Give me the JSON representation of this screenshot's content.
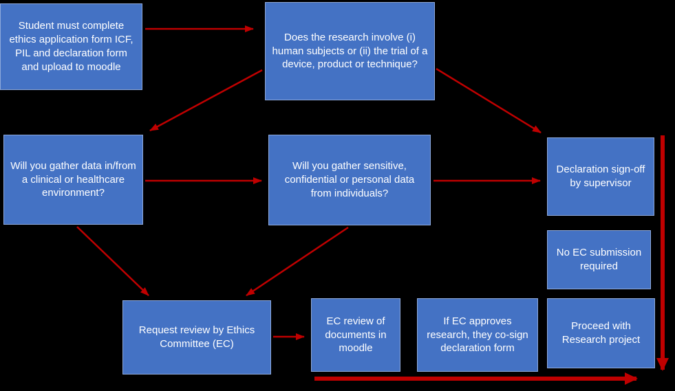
{
  "diagram": {
    "title": "Ethics approval process flowchart",
    "colors": {
      "background": "#000000",
      "node_fill": "#4472C4",
      "node_border": "#8FAADC",
      "node_text": "#FFFFFF",
      "arrow": "#C00000"
    }
  },
  "nodes": [
    {
      "id": "student-submit",
      "text": "Student must complete ethics application form ICF, PIL and declaration form and upload to moodle"
    },
    {
      "id": "research-question",
      "text": "Does the research involve (i) human subjects or (ii) the trial of a device, product or technique?"
    },
    {
      "id": "clinical-question",
      "text": "Will you gather data in/from a clinical or healthcare environment?"
    },
    {
      "id": "sensitive-question",
      "text": "Will you gather sensitive, confidential or personal data from individuals?"
    },
    {
      "id": "declaration-signoff",
      "text": "Declaration sign-off by supervisor"
    },
    {
      "id": "no-ec-submission",
      "text": "No EC submission required"
    },
    {
      "id": "request-review",
      "text": "Request review by Ethics Committee (EC)"
    },
    {
      "id": "ec-review",
      "text": "EC review of documents in moodle"
    },
    {
      "id": "ec-approves",
      "text": "If EC approves research, they co-sign declaration form"
    },
    {
      "id": "proceed",
      "text": "Proceed with Research project"
    }
  ],
  "arrows": [
    {
      "id": "student-to-research",
      "from": "student-submit",
      "to": "research-question"
    },
    {
      "id": "research-to-clinical",
      "from": "research-question",
      "to": "clinical-question"
    },
    {
      "id": "research-to-signoff",
      "from": "research-question",
      "to": "declaration-signoff"
    },
    {
      "id": "clinical-to-sensitive",
      "from": "clinical-question",
      "to": "sensitive-question"
    },
    {
      "id": "sensitive-to-signoff",
      "from": "sensitive-question",
      "to": "declaration-signoff"
    },
    {
      "id": "clinical-to-request",
      "from": "clinical-question",
      "to": "request-review"
    },
    {
      "id": "sensitive-to-request",
      "from": "sensitive-question",
      "to": "request-review"
    },
    {
      "id": "request-to-ecreview",
      "from": "request-review",
      "to": "ec-review"
    },
    {
      "id": "right-vertical-flow",
      "from": "declaration-signoff",
      "to": "bottom-right"
    },
    {
      "id": "bottom-horizontal-flow",
      "from": "ec-review-row",
      "to": "right"
    }
  ]
}
